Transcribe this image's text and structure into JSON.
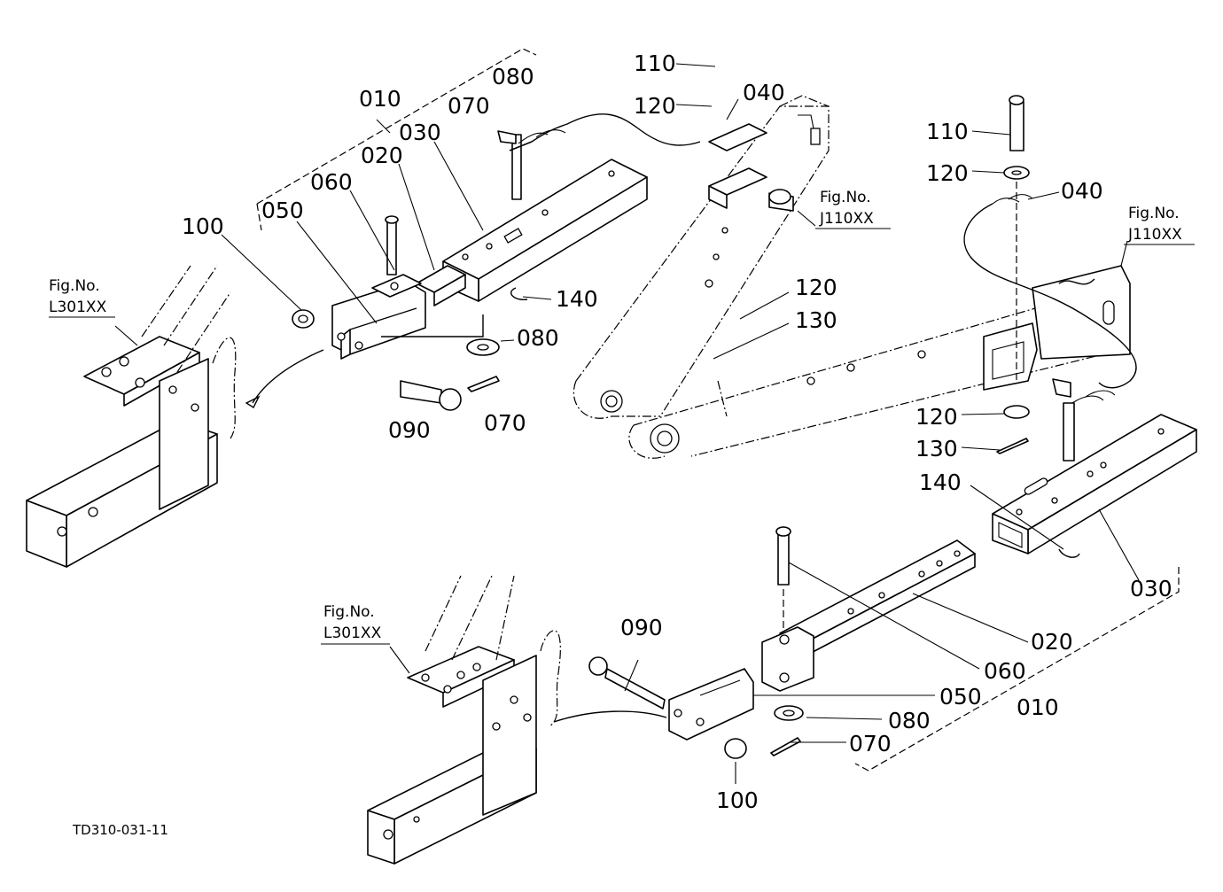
{
  "drawing_code": "TD310-031-11",
  "refs": {
    "fig_l301": [
      "Fig.No.",
      "L301XX"
    ],
    "fig_j110": [
      "Fig.No.",
      "J110XX"
    ]
  },
  "upper": {
    "p010": "010",
    "p020": "020",
    "p030": "030",
    "p040": "040",
    "p050": "050",
    "p060": "060",
    "p070a": "070",
    "p070b": "070",
    "p080a": "080",
    "p080b": "080",
    "p090": "090",
    "p100": "100",
    "p110": "110",
    "p120a": "120",
    "p120b": "120",
    "p130": "130",
    "p140": "140"
  },
  "right": {
    "p110": "110",
    "p120a": "120",
    "p040": "040",
    "p120b": "120",
    "p130": "130",
    "p140": "140",
    "p030": "030"
  },
  "lower": {
    "p090": "090",
    "p020": "020",
    "p060": "060",
    "p050": "050",
    "p010": "010",
    "p080": "080",
    "p070": "070",
    "p100": "100"
  }
}
